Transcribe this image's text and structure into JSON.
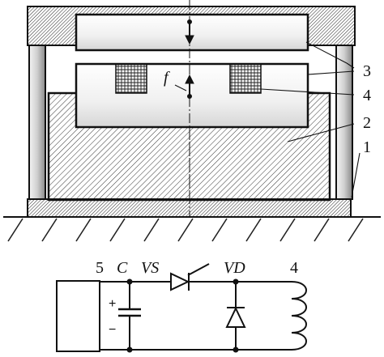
{
  "labels": {
    "callout_1": "1",
    "callout_2": "2",
    "callout_3": "3",
    "callout_4": "4",
    "force_f": "f"
  },
  "circuit": {
    "source_number": "5",
    "capacitor_name": "C",
    "thyristor_name": "VS",
    "diode_name": "VD",
    "coil_number": "4",
    "plus_sign": "+",
    "minus_sign": "−"
  },
  "colors": {
    "stroke": "#111111",
    "background": "#ffffff"
  }
}
